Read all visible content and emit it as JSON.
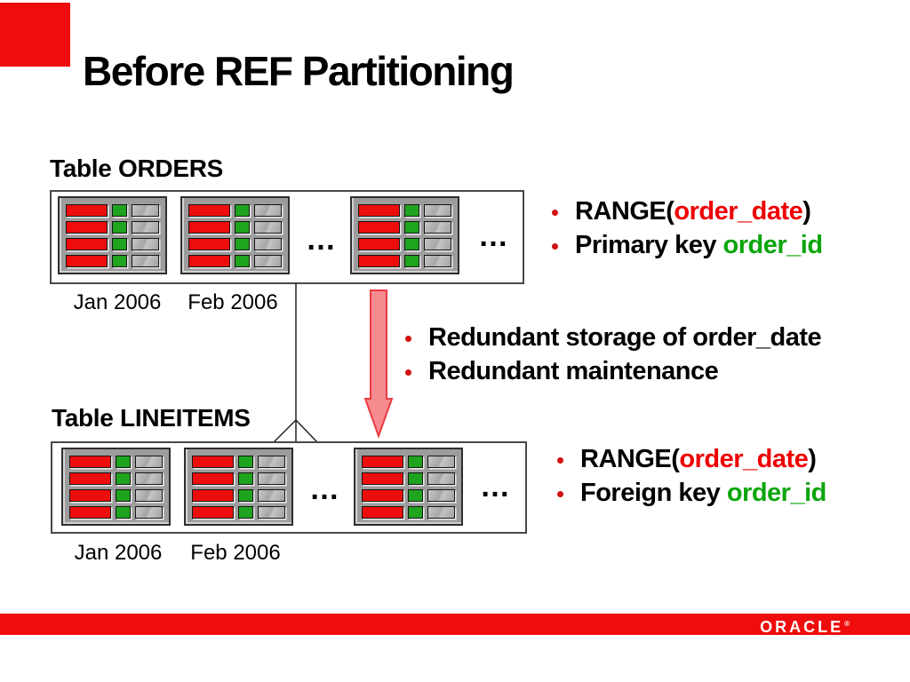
{
  "title": "Before REF Partitioning",
  "brand": {
    "logo_text": "ORACLE",
    "registered_mark": "®"
  },
  "colors": {
    "accent-red": "#ee0c0c",
    "text-red": "#ee0000",
    "text-green": "#0ba50b",
    "bullet-dot": "#d31111",
    "arrow-fill": "#f58b8f",
    "arrow-stroke": "#ec3b43",
    "cell-red": "#ee0d0d",
    "cell-green": "#1ea41e",
    "cell-gray": "#b0b0b0",
    "icon-bg": "#9c9c9c",
    "icon-border": "#2e2e2e",
    "box-border": "#484848",
    "line": "#222222"
  },
  "partition_icon": {
    "rows": 4,
    "columns": [
      "red",
      "green",
      "gray"
    ]
  },
  "orders_section": {
    "heading": "Table ORDERS",
    "partition_labels": [
      "Jan 2006",
      "Feb 2006"
    ],
    "ellipsis": "…",
    "bullets": [
      {
        "pre": "RANGE(",
        "highlight": "order_date",
        "highlight_color": "red",
        "post": ")"
      },
      {
        "pre": "Primary key ",
        "highlight": "order_id",
        "highlight_color": "green",
        "post": ""
      }
    ]
  },
  "consequence_bullets": [
    {
      "text": "Redundant storage of order_date"
    },
    {
      "text": "Redundant maintenance"
    }
  ],
  "lineitems_section": {
    "heading": "Table LINEITEMS",
    "partition_labels": [
      "Jan 2006",
      "Feb 2006"
    ],
    "ellipsis": "…",
    "bullets": [
      {
        "pre": "RANGE(",
        "highlight": "order_date",
        "highlight_color": "red",
        "post": ")"
      },
      {
        "pre": "Foreign key ",
        "highlight": "order_id",
        "highlight_color": "green",
        "post": ""
      }
    ]
  }
}
